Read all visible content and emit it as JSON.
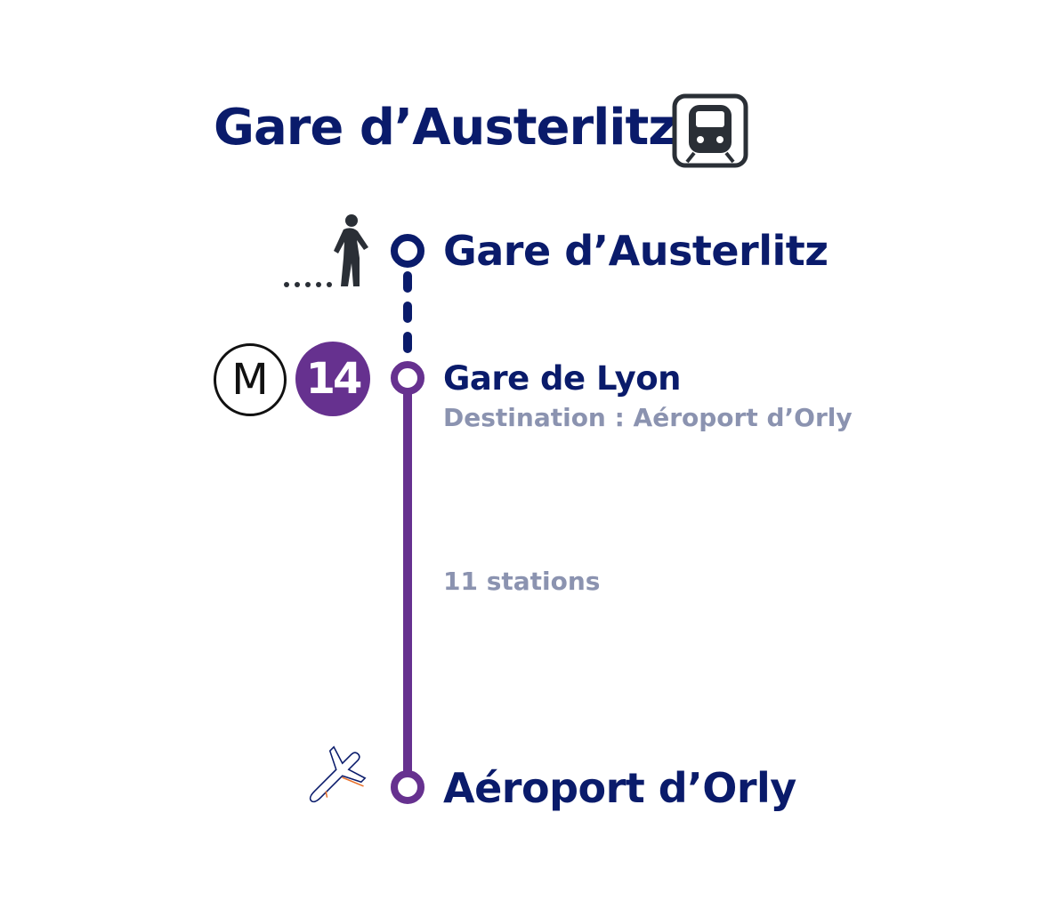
{
  "header": {
    "title": "Gare d’Austerlitz",
    "icon": "train-icon"
  },
  "stops": [
    {
      "name": "Gare d’Austerlitz",
      "icon": "walking-person-icon"
    },
    {
      "name": "Gare de Lyon",
      "destination": "Destination : Aéroport d’Orly",
      "icon": "metro-icon"
    },
    {
      "name": "Aéroport d’Orly",
      "icon": "airplane-icon"
    }
  ],
  "segment": {
    "stations_label": "11 stations"
  },
  "line": {
    "mode_letter": "M",
    "number": "14",
    "color": "#66318f"
  },
  "colors": {
    "navy": "#0a1b6b",
    "purple": "#66318f",
    "gray": "#8b93b0",
    "dark_icon": "#2a2f36",
    "accent_orange": "#e8702a"
  }
}
